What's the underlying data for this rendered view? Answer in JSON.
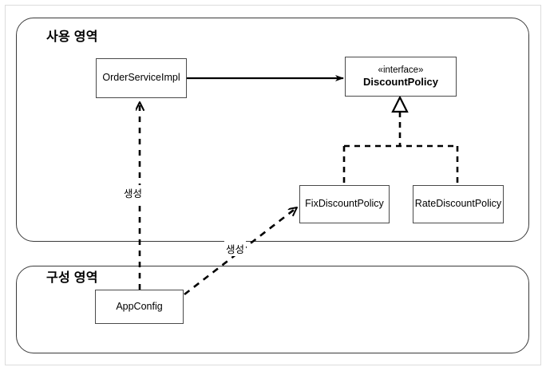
{
  "diagram": {
    "type": "uml-class-diagram",
    "background": "#ffffff",
    "regions": [
      {
        "id": "usage",
        "title": "사용 영역"
      },
      {
        "id": "config",
        "title": "구성 영역"
      }
    ],
    "classes": [
      {
        "id": "orderserviceimpl",
        "name": "OrderServiceImpl",
        "stereotype": "",
        "region": "usage"
      },
      {
        "id": "discountpolicy",
        "name": "DiscountPolicy",
        "stereotype": "«interface»",
        "region": "usage"
      },
      {
        "id": "fixdiscount",
        "name": "FixDiscountPolicy",
        "stereotype": "",
        "region": "usage"
      },
      {
        "id": "ratediscount",
        "name": "RateDiscountPolicy",
        "stereotype": "",
        "region": "usage"
      },
      {
        "id": "appconfig",
        "name": "AppConfig",
        "stereotype": "",
        "region": "config"
      }
    ],
    "relations": [
      {
        "id": "uses",
        "from": "orderserviceimpl",
        "to": "discountpolicy",
        "style": "solid",
        "arrow": "open-filled",
        "label": ""
      },
      {
        "id": "realize-fix",
        "from": "fixdiscount",
        "to": "discountpolicy",
        "style": "dashed",
        "arrow": "hollow-triangle",
        "label": ""
      },
      {
        "id": "realize-rate",
        "from": "ratediscount",
        "to": "discountpolicy",
        "style": "dashed",
        "arrow": "hollow-triangle",
        "label": ""
      },
      {
        "id": "create-orderservice",
        "from": "appconfig",
        "to": "orderserviceimpl",
        "style": "dashed",
        "arrow": "open-line",
        "label": "생성"
      },
      {
        "id": "create-fixdiscount",
        "from": "appconfig",
        "to": "fixdiscount",
        "style": "dashed",
        "arrow": "open-line",
        "label": "생성"
      }
    ],
    "colors": {
      "stroke": "#000000",
      "box_border": "#4a4a4a",
      "region_border": "#3a3a3a",
      "frame_border": "#dcdcdc"
    }
  }
}
